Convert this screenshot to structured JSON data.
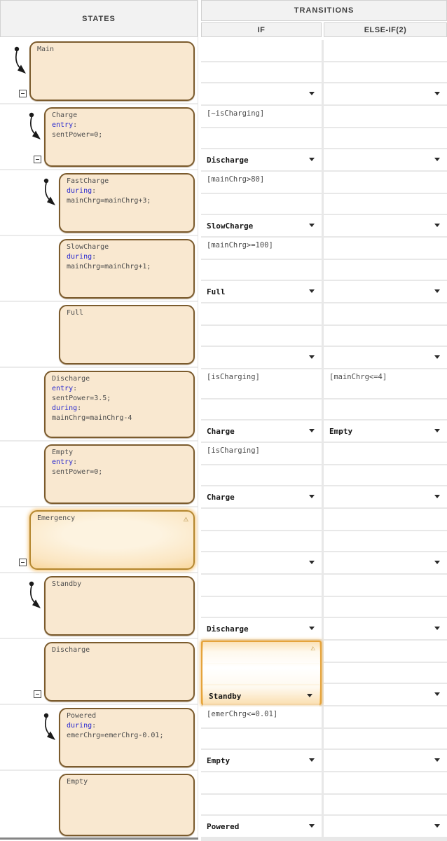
{
  "header": {
    "states_label": "STATES",
    "transitions_label": "TRANSITIONS",
    "if_label": "IF",
    "elseif_label": "ELSE-IF(2)"
  },
  "colors": {
    "state_fill": "#f9e8d0",
    "state_border": "#7b5b2d",
    "keyword_blue": "#2b2bd0",
    "highlight_orange": "#eda73d",
    "header_bg": "#f2f2f2",
    "header_text": "#3e3e3e"
  },
  "icons": {
    "warning": "⚠",
    "collapse": "minus-box",
    "dropdown": "triangle-down"
  },
  "states": [
    {
      "name": "Main",
      "level": 0,
      "default_transition": true,
      "collapsible": true,
      "warning": false,
      "highlighted": false,
      "body": [],
      "transitions": {
        "if": {
          "condition": "",
          "destination": ""
        },
        "else_if": {
          "condition": "",
          "destination": ""
        }
      }
    },
    {
      "name": "Charge",
      "level": 1,
      "default_transition": true,
      "collapsible": true,
      "warning": false,
      "highlighted": false,
      "body": [
        {
          "type": "keyword",
          "text": "entry"
        },
        {
          "type": "code",
          "text": "sentPower=0;"
        }
      ],
      "transitions": {
        "if": {
          "condition": "[~isCharging]",
          "destination": "Discharge"
        },
        "else_if": {
          "condition": "",
          "destination": ""
        }
      }
    },
    {
      "name": "FastCharge",
      "level": 2,
      "default_transition": true,
      "collapsible": false,
      "warning": false,
      "highlighted": false,
      "body": [
        {
          "type": "keyword",
          "text": "during"
        },
        {
          "type": "code",
          "text": "mainChrg=mainChrg+3;"
        }
      ],
      "transitions": {
        "if": {
          "condition": "[mainChrg>80]",
          "destination": "SlowCharge"
        },
        "else_if": {
          "condition": "",
          "destination": ""
        }
      }
    },
    {
      "name": "SlowCharge",
      "level": 2,
      "default_transition": false,
      "collapsible": false,
      "warning": false,
      "highlighted": false,
      "body": [
        {
          "type": "keyword",
          "text": "during"
        },
        {
          "type": "code",
          "text": "mainChrg=mainChrg+1;"
        }
      ],
      "transitions": {
        "if": {
          "condition": "[mainChrg>=100]",
          "destination": "Full"
        },
        "else_if": {
          "condition": "",
          "destination": ""
        }
      }
    },
    {
      "name": "Full",
      "level": 2,
      "default_transition": false,
      "collapsible": false,
      "warning": false,
      "highlighted": false,
      "body": [],
      "transitions": {
        "if": {
          "condition": "",
          "destination": ""
        },
        "else_if": {
          "condition": "",
          "destination": ""
        }
      }
    },
    {
      "name": "Discharge",
      "level": 1,
      "default_transition": false,
      "collapsible": false,
      "warning": false,
      "highlighted": false,
      "body": [
        {
          "type": "keyword",
          "text": "entry"
        },
        {
          "type": "code",
          "text": "sentPower=3.5;"
        },
        {
          "type": "keyword",
          "text": "during"
        },
        {
          "type": "code",
          "text": "mainChrg=mainChrg-4"
        }
      ],
      "transitions": {
        "if": {
          "condition": "[isCharging]",
          "destination": "Charge"
        },
        "else_if": {
          "condition": "[mainChrg<=4]",
          "destination": "Empty"
        }
      }
    },
    {
      "name": "Empty",
      "level": 1,
      "default_transition": false,
      "collapsible": false,
      "warning": false,
      "highlighted": false,
      "body": [
        {
          "type": "keyword",
          "text": "entry"
        },
        {
          "type": "code",
          "text": "sentPower=0;"
        }
      ],
      "transitions": {
        "if": {
          "condition": "[isCharging]",
          "destination": "Charge"
        },
        "else_if": {
          "condition": "",
          "destination": ""
        }
      }
    },
    {
      "name": "Emergency",
      "level": 0,
      "default_transition": false,
      "collapsible": true,
      "warning": true,
      "highlighted": true,
      "body": [],
      "transitions": {
        "if": {
          "condition": "",
          "destination": ""
        },
        "else_if": {
          "condition": "",
          "destination": ""
        }
      }
    },
    {
      "name": "Standby",
      "level": 1,
      "default_transition": true,
      "collapsible": false,
      "warning": false,
      "highlighted": false,
      "body": [],
      "transitions": {
        "if": {
          "condition": "",
          "destination": "Discharge"
        },
        "else_if": {
          "condition": "",
          "destination": ""
        }
      }
    },
    {
      "name": "Discharge",
      "level": 1,
      "default_transition": false,
      "collapsible": true,
      "warning": false,
      "highlighted": false,
      "body": [],
      "transitions": {
        "if": {
          "condition": "",
          "destination": "Standby",
          "highlighted": true,
          "warning": true
        },
        "else_if": {
          "condition": "",
          "destination": ""
        }
      }
    },
    {
      "name": "Powered",
      "level": 2,
      "default_transition": true,
      "collapsible": false,
      "warning": false,
      "highlighted": false,
      "body": [
        {
          "type": "keyword",
          "text": "during"
        },
        {
          "type": "code",
          "text": "emerChrg=emerChrg-0.01;"
        }
      ],
      "transitions": {
        "if": {
          "condition": "[emerChrg<=0.01]",
          "destination": "Empty"
        },
        "else_if": {
          "condition": "",
          "destination": ""
        }
      }
    },
    {
      "name": "Empty",
      "level": 2,
      "default_transition": false,
      "collapsible": false,
      "warning": false,
      "highlighted": false,
      "body": [],
      "transitions": {
        "if": {
          "condition": "",
          "destination": "Powered"
        },
        "else_if": {
          "condition": "",
          "destination": ""
        }
      }
    }
  ]
}
